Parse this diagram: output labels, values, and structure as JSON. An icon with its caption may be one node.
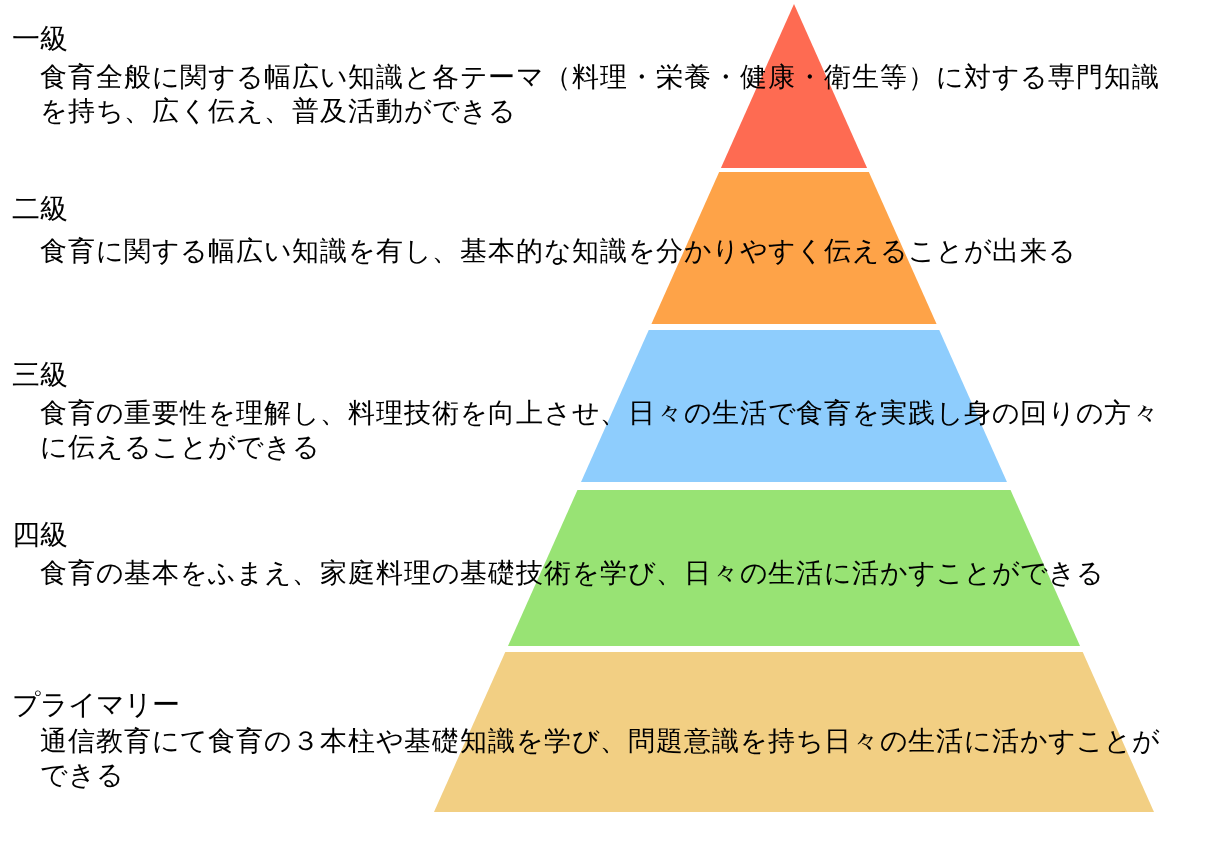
{
  "diagram": {
    "nodes": [
      {
        "text": [
          "一級",
          "食育全般に関する幅広い知識と各テーマ（料理・栄養・健康・衛生等）に対する専門知識を持ち、広く伝え、普及活動ができる"
        ]
      },
      {
        "text": [
          "二級",
          "食育に関する幅広い知識を有し、基本的な知識を分かりやすく伝えることが出来る"
        ]
      },
      {
        "text": [
          "三級",
          "食育の重要性を理解し、料理技術を向上させ、日々の生活で食育を実践し身の回りの方々に伝えることができる"
        ]
      },
      {
        "text": [
          "四級",
          "食育の基本をふまえ、家庭料理の基礎技術を学び、日々の生活に活かすことができる"
        ]
      },
      {
        "text": [
          "プライマリー",
          "通信教育にて食育の３本柱や基礎知識を学び、問題意識を持ち日々の生活に活かすことができる"
        ]
      }
    ],
    "edges": []
  }
}
